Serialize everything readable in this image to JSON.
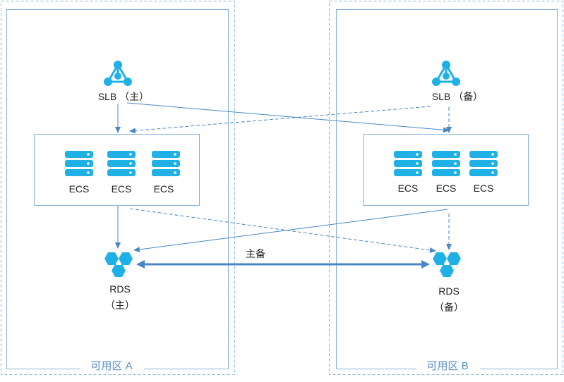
{
  "colors": {
    "zone_border": "#8ab4d8",
    "group_border": "#8ab4d8",
    "icon": "#1fb1e6",
    "arrow": "#4a86c5",
    "text": "#222222",
    "zone_label": "#5a8fc8"
  },
  "zones": [
    {
      "label": "可用区 A"
    },
    {
      "label": "可用区 B"
    }
  ],
  "slb": [
    {
      "label": "SLB （主）",
      "icon": "slb-network-icon"
    },
    {
      "label": "SLB （备）",
      "icon": "slb-network-icon"
    }
  ],
  "ecs_groups": [
    {
      "servers": [
        "ECS",
        "ECS",
        "ECS"
      ]
    },
    {
      "servers": [
        "ECS",
        "ECS",
        "ECS"
      ]
    }
  ],
  "rds": [
    {
      "line1": "RDS",
      "line2": "（主）",
      "icon": "rds-database-icon"
    },
    {
      "line1": "RDS",
      "line2": "（备）",
      "icon": "rds-database-icon"
    }
  ],
  "link": {
    "label": "主备"
  }
}
